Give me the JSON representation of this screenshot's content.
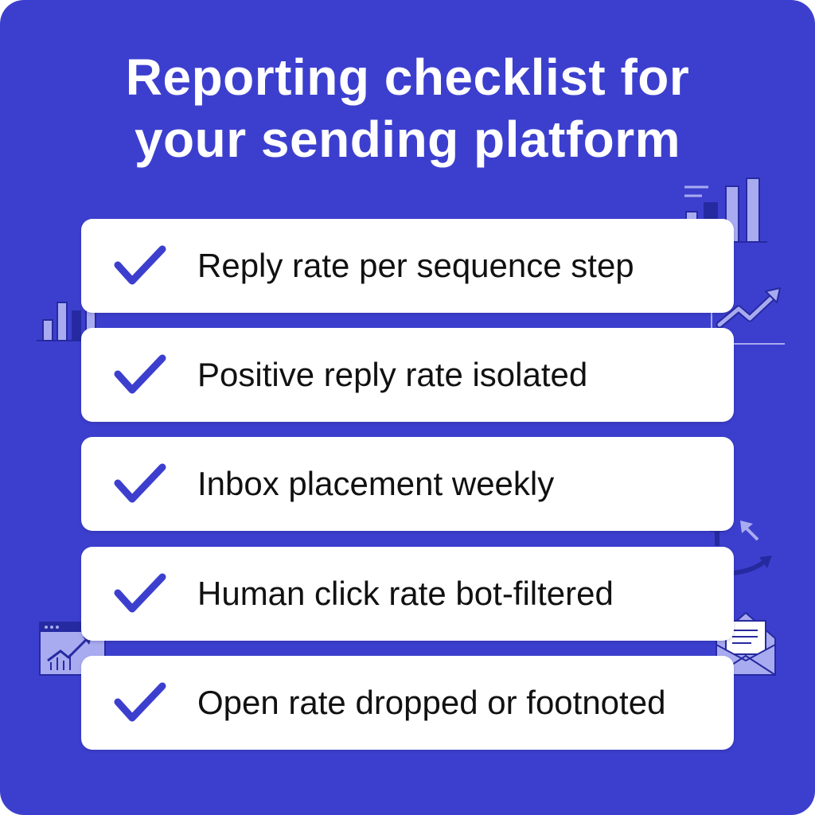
{
  "title": {
    "line1": "Reporting checklist for",
    "line2": "your sending platform"
  },
  "colors": {
    "background": "#3c3fce",
    "card": "#ffffff",
    "check": "#3c3fce",
    "text": "#111111",
    "decor_light": "#a9abf0",
    "decor_dark": "#262aa0"
  },
  "checklist": [
    {
      "label": "Reply rate per sequence step",
      "icon": "checkmark-icon",
      "checked": true
    },
    {
      "label": "Positive reply rate isolated",
      "icon": "checkmark-icon",
      "checked": true
    },
    {
      "label": "Inbox placement weekly",
      "icon": "checkmark-icon",
      "checked": true
    },
    {
      "label": "Human click rate bot-filtered",
      "icon": "checkmark-icon",
      "checked": true
    },
    {
      "label": "Open rate dropped or footnoted",
      "icon": "checkmark-icon",
      "checked": true
    }
  ],
  "decorations": [
    "bar-chart-icon",
    "trend-chart-icon",
    "growth-arrows-icon",
    "analytics-window-icon",
    "envelope-icon"
  ]
}
